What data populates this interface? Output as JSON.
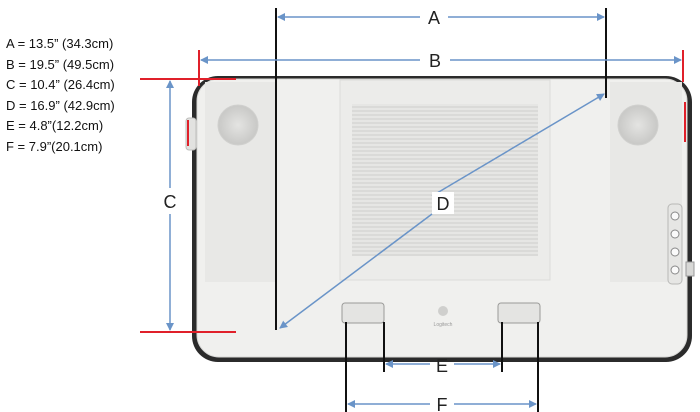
{
  "legend": [
    "A  = 13.5”  (34.3cm)",
    "B  = 19.5” (49.5cm)",
    "C  = 10.4”  (26.4cm)",
    "D  = 16.9”  (42.9cm)",
    "E  = 4.8”(12.2cm)",
    "F  = 7.9”(20.1cm)"
  ],
  "dimensions": {
    "A": "A",
    "B": "B",
    "C": "C",
    "D": "D",
    "E": "E",
    "F": "F"
  },
  "logo_text": "Logitech",
  "colors": {
    "arrow": "#6a94c8",
    "marker_red": "#e0202a",
    "marker_black": "#111111",
    "device_body": "#eeeeec",
    "device_edge": "#2a2a2a"
  }
}
